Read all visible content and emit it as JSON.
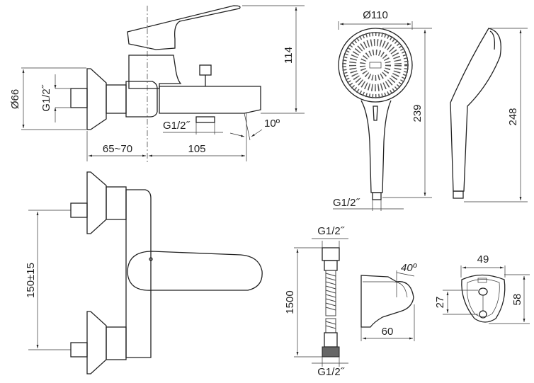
{
  "labels": {
    "wall_flange_diameter": "Ø66",
    "inlet_thread": "G1/2˝",
    "spout_outlet_thread": "G1/2˝",
    "spout_angle": "10º",
    "wall_distance": "65~70",
    "spout_length": "105",
    "mixer_height": "114",
    "shower_head_diameter": "Ø110",
    "hand_shower_length": "239",
    "hand_shower_side_length": "248",
    "hand_shower_thread": "G1/2˝",
    "inlet_spacing": "150±15",
    "hose_top_thread": "G1/2˝",
    "hose_length": "1500",
    "hose_bottom_thread": "G1/2˝",
    "holder_angle": "40º",
    "holder_depth": "60",
    "holder_width": "49",
    "holder_hole_spacing": "27",
    "holder_height": "58"
  }
}
